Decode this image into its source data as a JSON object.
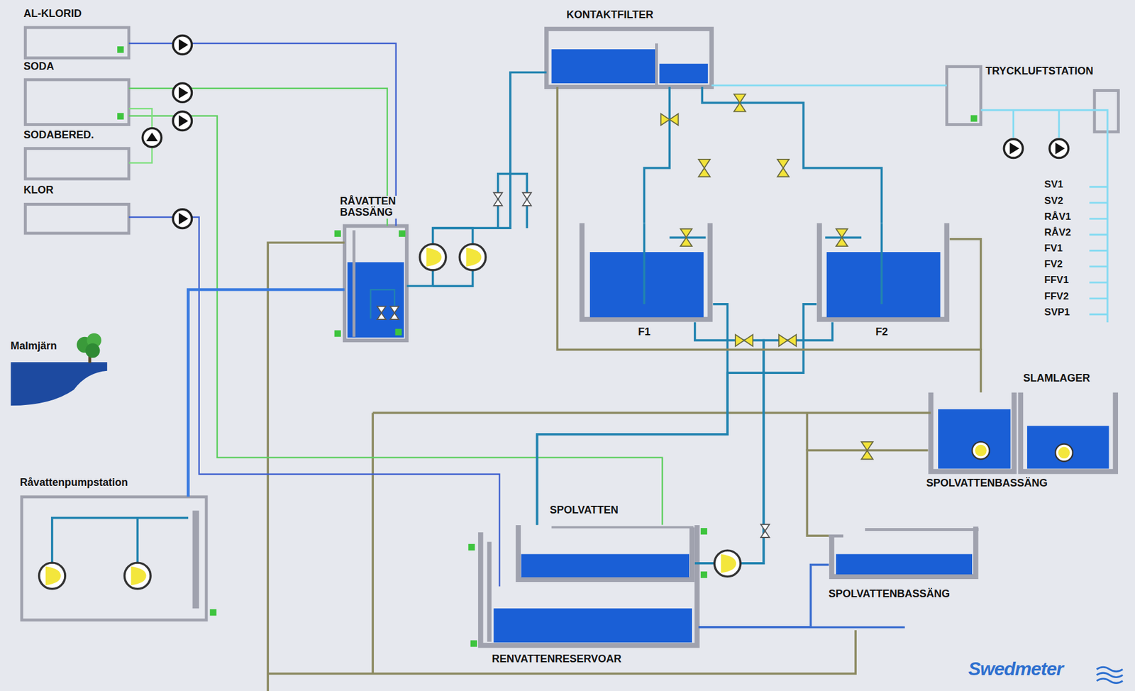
{
  "diagram": {
    "nodes": [
      {
        "text": [
          "AL-KLORID"
        ]
      },
      {
        "text": [
          "SODA"
        ]
      },
      {
        "text": [
          "SODABERED."
        ]
      },
      {
        "text": [
          "KLOR"
        ]
      },
      {
        "text": [
          "Malmjärn"
        ]
      },
      {
        "text": [
          "Råvattenpumpstation"
        ]
      },
      {
        "text": [
          "RÅVATTEN BASSÄNG"
        ]
      },
      {
        "text": [
          "KONTAKTFILTER"
        ]
      },
      {
        "text": [
          "TRYCKLUFTSTATION"
        ]
      },
      {
        "text": [
          "F1"
        ]
      },
      {
        "text": [
          "F2"
        ]
      },
      {
        "text": [
          "SLAMLAGER"
        ]
      },
      {
        "text": [
          "SPOLVATTENBASSÄNG"
        ]
      },
      {
        "text": [
          "SPOLVATTEN"
        ]
      },
      {
        "text": [
          "SPOLVATTENBASSÄNG"
        ]
      },
      {
        "text": [
          "RENVATTENRESERVOAR"
        ]
      }
    ],
    "edges": [
      {
        "from": 0,
        "to": 6,
        "arrow": "none"
      },
      {
        "from": 1,
        "to": 6,
        "arrow": "none"
      },
      {
        "from": 1,
        "to": 13,
        "arrow": "none"
      },
      {
        "from": 2,
        "to": 1,
        "arrow": "none"
      },
      {
        "from": 3,
        "to": 15,
        "arrow": "none"
      },
      {
        "from": 5,
        "to": 6,
        "arrow": "none"
      },
      {
        "from": 6,
        "to": 7,
        "arrow": "none"
      },
      {
        "from": 7,
        "to": 9,
        "arrow": "none"
      },
      {
        "from": 7,
        "to": 10,
        "arrow": "none"
      },
      {
        "from": 9,
        "to": 13,
        "arrow": "none"
      },
      {
        "from": 10,
        "to": 13,
        "arrow": "none"
      },
      {
        "from": 13,
        "to": 9,
        "arrow": "none"
      },
      {
        "from": 13,
        "to": 10,
        "arrow": "none"
      },
      {
        "from": 8,
        "to": 7,
        "arrow": "none"
      },
      {
        "from": 7,
        "to": 12,
        "arrow": "none"
      },
      {
        "from": 12,
        "to": 14,
        "arrow": "none"
      },
      {
        "from": 14,
        "to": 15,
        "arrow": "none"
      }
    ],
    "labels": [
      "SV1",
      "SV2",
      "RÅV1",
      "RÅV2",
      "FV1",
      "FV2",
      "FFV1",
      "FFV2",
      "SVP1",
      "Swedmeter"
    ]
  }
}
